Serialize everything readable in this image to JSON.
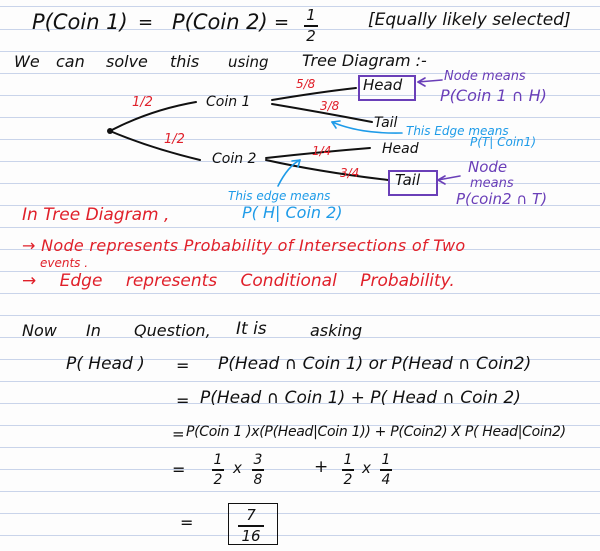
{
  "heading": {
    "p_coin1": "P(Coin 1)",
    "eq1": "=",
    "p_coin2": "P(Coin 2)",
    "eq2": "=",
    "half_num": "1",
    "half_den": "2",
    "note": "[Equally likely selected]"
  },
  "intro": {
    "we": "We",
    "can": "can",
    "solve": "solve",
    "this": "this",
    "using": "using",
    "tree_diagram": "Tree Diagram :-"
  },
  "tree": {
    "root_to_coin1": "1/2",
    "root_to_coin2": "1/2",
    "coin1": "Coin 1",
    "coin2": "Coin 2",
    "c1_head_prob": "5/8",
    "c1_tail_prob": "3/8",
    "c1_head": "Head",
    "c1_tail": "Tail",
    "c2_head_prob": "1/4",
    "c2_tail_prob": "3/4",
    "c2_head": "Head",
    "c2_tail": "Tail",
    "note_node_head_line1": "Node means",
    "note_node_head_line2": "P(Coin 1 ∩ H)",
    "note_edge_tail_line1": "This Edge means",
    "note_edge_tail_line2": "P(T| Coin1)",
    "note_edge_head_line1": "This edge means",
    "note_edge_head_line2": "P( H| Coin 2)",
    "note_node_tail_line1": "Node",
    "note_node_tail_line2": "means",
    "note_node_tail_line3": "P(coin2 ∩ T)"
  },
  "explanation": {
    "title": "In Tree Diagram ,",
    "line1": "→ Node represents Probability of Intersections of Two",
    "line1b": "events .",
    "line2": "→ Edge represents Conditional Probability."
  },
  "solution": {
    "now": "Now",
    "in": "In",
    "question": "Question,",
    "it_is": "It is",
    "asking": "asking",
    "lhs": "P( Head )",
    "eq": "=",
    "step1": "P(Head ∩ Coin 1) or P(Head ∩ Coin2)",
    "step2": "P(Head ∩ Coin 1) + P( Head ∩ Coin 2)",
    "step3": "P(Coin 1 )x(P(Head|Coin 1)) + P(Coin2) X P( Head|Coin2)",
    "f1_num": "1",
    "f1_den": "2",
    "times1": "x",
    "f2_num": "3",
    "f2_den": "8",
    "plus": "+",
    "f3_num": "1",
    "f3_den": "2",
    "times2": "x",
    "f4_num": "1",
    "f4_den": "4",
    "answer_num": "7",
    "answer_den": "16"
  },
  "colors": {
    "ink": "#111111",
    "red": "#e0202a",
    "blue": "#1e9be8",
    "purple": "#6a3fb8",
    "rule_line": "#c9d4ea"
  }
}
